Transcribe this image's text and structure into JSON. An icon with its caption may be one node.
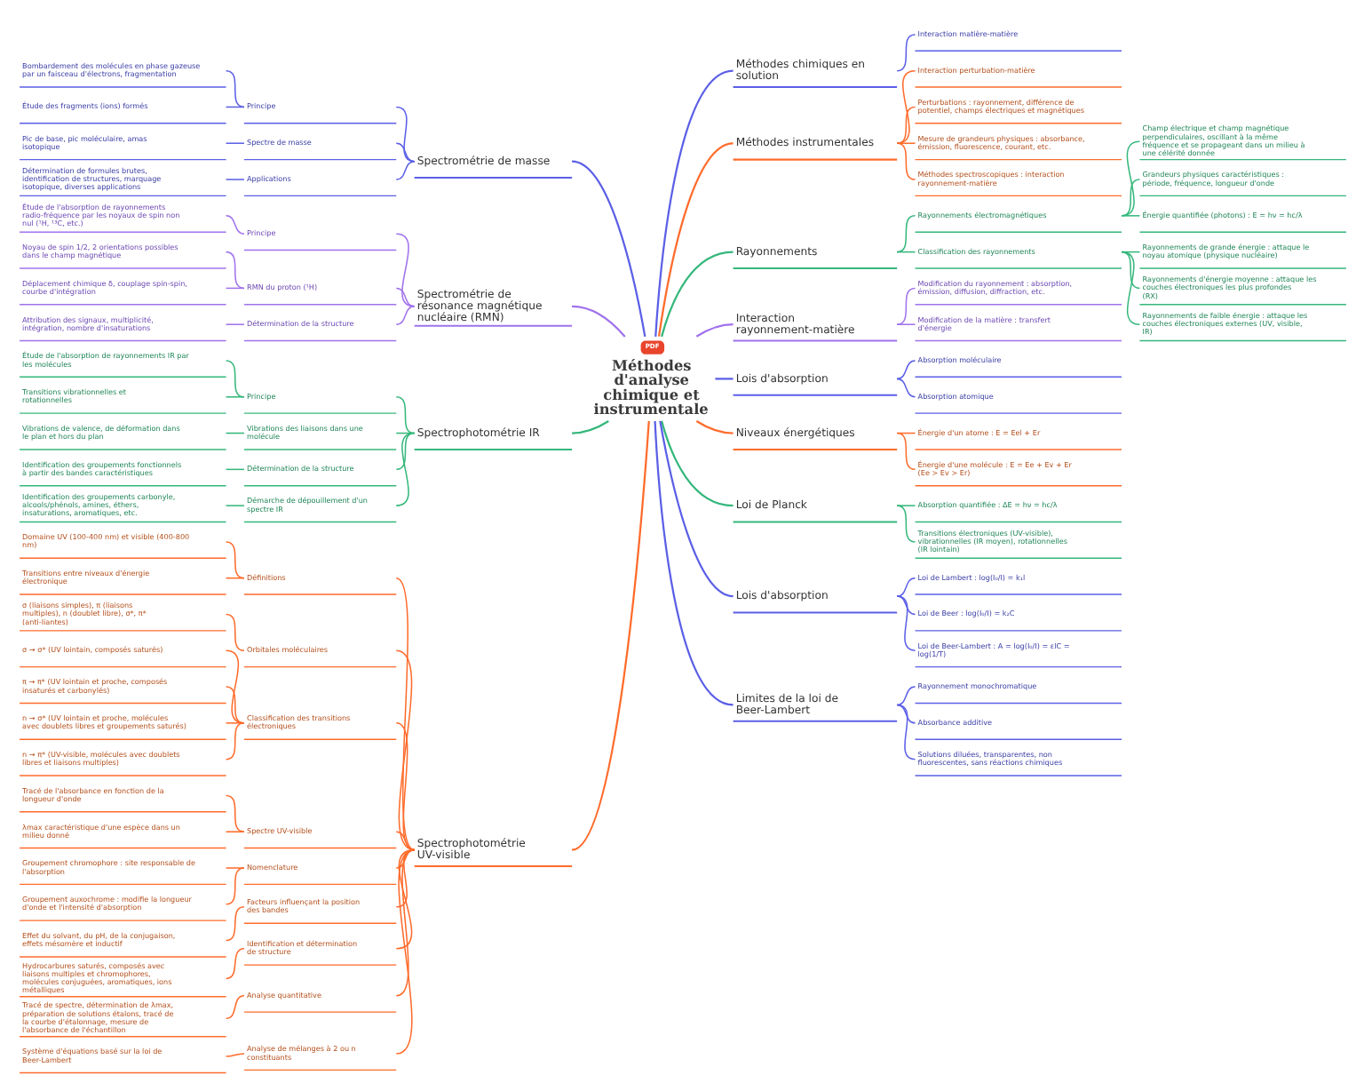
{
  "diagram": {
    "nodes": [
      {
        "text": [
          "PDF",
          "Méthodes d'analyse chimique et instrumentale"
        ]
      },
      {
        "text": [
          "Spectrométrie de masse"
        ]
      },
      {
        "text": [
          "Principe"
        ]
      },
      {
        "text": [
          "Bombardement des molécules en phase gazeuse par un faisceau d'électrons, fragmentation"
        ]
      },
      {
        "text": [
          "Étude des fragments (ions) formés"
        ]
      },
      {
        "text": [
          "Spectre de masse"
        ]
      },
      {
        "text": [
          "Pic de base, pic moléculaire, amas isotopique"
        ]
      },
      {
        "text": [
          "Applications"
        ]
      },
      {
        "text": [
          "Détermination de formules brutes, identification de structures, marquage isotopique, diverses applications"
        ]
      },
      {
        "text": [
          "Spectrométrie de résonance magnétique nucléaire (RMN)"
        ]
      },
      {
        "text": [
          "Principe"
        ]
      },
      {
        "text": [
          "Étude de l'absorption de rayonnements radio-fréquence par les noyaux de spin non nul (¹H, ¹³C, etc.)"
        ]
      },
      {
        "text": [
          "RMN du proton (¹H)"
        ]
      },
      {
        "text": [
          "Noyau de spin 1/2, 2 orientations possibles dans le champ magnétique"
        ]
      },
      {
        "text": [
          "Déplacement chimique δ, couplage spin-spin, courbe d'intégration"
        ]
      },
      {
        "text": [
          "Détermination de la structure"
        ]
      },
      {
        "text": [
          "Attribution des signaux, multiplicité, intégration, nombre d'insaturations"
        ]
      },
      {
        "text": [
          "Spectrophotométrie IR"
        ]
      },
      {
        "text": [
          "Principe"
        ]
      },
      {
        "text": [
          "Étude de l'absorption de rayonnements IR par les molécules"
        ]
      },
      {
        "text": [
          "Transitions vibrationnelles et rotationnelles"
        ]
      },
      {
        "text": [
          "Vibrations des liaisons dans une molécule"
        ]
      },
      {
        "text": [
          "Vibrations de valence, de déformation dans le plan et hors du plan"
        ]
      },
      {
        "text": [
          "Détermination de la structure"
        ]
      },
      {
        "text": [
          "Identification des groupements fonctionnels à partir des bandes caractéristiques"
        ]
      },
      {
        "text": [
          "Démarche de dépouillement d'un spectre IR"
        ]
      },
      {
        "text": [
          "Identification des groupements carbonyle, alcools/phénols, amines, éthers, insaturations, aromatiques, etc."
        ]
      },
      {
        "text": [
          "Spectrophotométrie UV-visible"
        ]
      },
      {
        "text": [
          "Définitions"
        ]
      },
      {
        "text": [
          "Domaine UV (100-400 nm) et visible (400-800 nm)"
        ]
      },
      {
        "text": [
          "Transitions entre niveaux d'énergie électronique"
        ]
      },
      {
        "text": [
          "Orbitales moléculaires"
        ]
      },
      {
        "text": [
          "σ (liaisons simples), π (liaisons multiples), n (doublet libre), σ*, π* (anti-liantes)"
        ]
      },
      {
        "text": [
          "Classification des transitions électroniques"
        ]
      },
      {
        "text": [
          "σ → σ* (UV lointain, composés saturés)"
        ]
      },
      {
        "text": [
          "π → π* (UV lointain et proche, composés insaturés et carbonylés)"
        ]
      },
      {
        "text": [
          "n → σ* (UV lointain et proche, molécules avec doublets libres et groupements saturés)"
        ]
      },
      {
        "text": [
          "n → π* (UV-visible, molécules avec doublets libres et liaisons multiples)"
        ]
      },
      {
        "text": [
          "Spectre UV-visible"
        ]
      },
      {
        "text": [
          "Tracé de l'absorbance en fonction de la longueur d'onde"
        ]
      },
      {
        "text": [
          "λmax caractéristique d'une espèce dans un milieu donné"
        ]
      },
      {
        "text": [
          "Nomenclature"
        ]
      },
      {
        "text": [
          "Groupement chromophore : site responsable de l'absorption"
        ]
      },
      {
        "text": [
          "Groupement auxochrome : modifie la longueur d'onde et l'intensité d'absorption"
        ]
      },
      {
        "text": [
          "Facteurs influençant la position des bandes"
        ]
      },
      {
        "text": [
          "Effet du solvant, du pH, de la conjugaison, effets mésomère et inductif"
        ]
      },
      {
        "text": [
          "Identification et détermination de structure"
        ]
      },
      {
        "text": [
          "Hydrocarbures saturés, composés avec liaisons multiples et chromophores, molécules conjuguées, aromatiques, ions métalliques"
        ]
      },
      {
        "text": [
          "Analyse quantitative"
        ]
      },
      {
        "text": [
          "Tracé de spectre, détermination de λmax, préparation de solutions étalons, tracé de la courbe d'étalonnage, mesure de l'absorbance de l'échantillon"
        ]
      },
      {
        "text": [
          "Analyse de mélanges à 2 ou n constituants"
        ]
      },
      {
        "text": [
          "Système d'équations basé sur la loi de Beer-Lambert"
        ]
      },
      {
        "text": [
          "Méthodes chimiques en solution"
        ]
      },
      {
        "text": [
          "Interaction matière-matière"
        ]
      },
      {
        "text": [
          "Méthodes instrumentales"
        ]
      },
      {
        "text": [
          "Interaction perturbation-matière"
        ]
      },
      {
        "text": [
          "Perturbations : rayonnement, différence de potentiel, champs électriques et magnétiques"
        ]
      },
      {
        "text": [
          "Mesure de grandeurs physiques : absorbance, émission, fluorescence, courant, etc."
        ]
      },
      {
        "text": [
          "Méthodes spectroscopiques : interaction rayonnement-matière"
        ]
      },
      {
        "text": [
          "Rayonnements"
        ]
      },
      {
        "text": [
          "Rayonnements électromagnétiques"
        ]
      },
      {
        "text": [
          "Champ électrique et champ magnétique perpendiculaires, oscillant à la même fréquence et se propageant dans un milieu à une célérité donnée"
        ]
      },
      {
        "text": [
          "Grandeurs physiques caractéristiques : période, fréquence, longueur d'onde"
        ]
      },
      {
        "text": [
          "Énergie quantifiée (photons) : E = hν = hc/λ"
        ]
      },
      {
        "text": [
          "Classification des rayonnements"
        ]
      },
      {
        "text": [
          "Rayonnements de grande énergie : attaque le noyau atomique (physique nucléaire)"
        ]
      },
      {
        "text": [
          "Rayonnements d'énergie moyenne : attaque les couches électroniques les plus profondes (RX)"
        ]
      },
      {
        "text": [
          "Rayonnements de faible énergie : attaque les couches électroniques externes (UV, visible, IR)"
        ]
      },
      {
        "text": [
          "Interaction rayonnement-matière"
        ]
      },
      {
        "text": [
          "Modification du rayonnement : absorption, émission, diffusion, diffraction, etc."
        ]
      },
      {
        "text": [
          "Modification de la matière : transfert d'énergie"
        ]
      },
      {
        "text": [
          "Lois d'absorption"
        ]
      },
      {
        "text": [
          "Absorption moléculaire"
        ]
      },
      {
        "text": [
          "Absorption atomique"
        ]
      },
      {
        "text": [
          "Niveaux énergétiques"
        ]
      },
      {
        "text": [
          "Énergie d'un atome : E = Eel + Er"
        ]
      },
      {
        "text": [
          "Énergie d'une molécule : E = Ee + Ev + Er (Ee > Ev > Er)"
        ]
      },
      {
        "text": [
          "Loi de Planck"
        ]
      },
      {
        "text": [
          "Absorption quantifiée : ΔE = hν = hc/λ"
        ]
      },
      {
        "text": [
          "Transitions électroniques (UV-visible), vibrationnelles (IR moyen), rotationnelles (IR lointain)"
        ]
      },
      {
        "text": [
          "Lois d'absorption"
        ]
      },
      {
        "text": [
          "Loi de Lambert : log(I₀/I) = k₁l"
        ]
      },
      {
        "text": [
          "Loi de Beer : log(I₀/I) = k₂C"
        ]
      },
      {
        "text": [
          "Loi de Beer-Lambert : A = log(I₀/I) = εlC = log(1/T)"
        ]
      },
      {
        "text": [
          "Limites de la loi de Beer-Lambert"
        ]
      },
      {
        "text": [
          "Rayonnement monochromatique"
        ]
      },
      {
        "text": [
          "Absorbance additive"
        ]
      },
      {
        "text": [
          "Solutions diluées, transparentes, non fluorescentes, sans réactions chimiques"
        ]
      }
    ],
    "edges": [
      {
        "from": 1,
        "to": 0,
        "arrow": "none",
        "color": "#5b5fe6"
      },
      {
        "from": 2,
        "to": 1,
        "arrow": "none",
        "color": "#5b5fe6"
      },
      {
        "from": 3,
        "to": 2,
        "arrow": "none",
        "color": "#5b5fe6"
      },
      {
        "from": 4,
        "to": 2,
        "arrow": "none",
        "color": "#5b5fe6"
      },
      {
        "from": 5,
        "to": 1,
        "arrow": "none",
        "color": "#5b5fe6"
      },
      {
        "from": 6,
        "to": 5,
        "arrow": "none",
        "color": "#5b5fe6"
      },
      {
        "from": 7,
        "to": 1,
        "arrow": "none",
        "color": "#5b5fe6"
      },
      {
        "from": 8,
        "to": 7,
        "arrow": "none",
        "color": "#5b5fe6"
      },
      {
        "from": 9,
        "to": 0,
        "arrow": "none",
        "color": "#a072ec"
      },
      {
        "from": 10,
        "to": 9,
        "arrow": "none",
        "color": "#a072ec"
      },
      {
        "from": 11,
        "to": 10,
        "arrow": "none",
        "color": "#a072ec"
      },
      {
        "from": 12,
        "to": 9,
        "arrow": "none",
        "color": "#a072ec"
      },
      {
        "from": 13,
        "to": 12,
        "arrow": "none",
        "color": "#a072ec"
      },
      {
        "from": 14,
        "to": 12,
        "arrow": "none",
        "color": "#a072ec"
      },
      {
        "from": 15,
        "to": 9,
        "arrow": "none",
        "color": "#a072ec"
      },
      {
        "from": 16,
        "to": 15,
        "arrow": "none",
        "color": "#a072ec"
      },
      {
        "from": 17,
        "to": 0,
        "arrow": "none",
        "color": "#34b77b"
      },
      {
        "from": 18,
        "to": 17,
        "arrow": "none",
        "color": "#34b77b"
      },
      {
        "from": 19,
        "to": 18,
        "arrow": "none",
        "color": "#34b77b"
      },
      {
        "from": 20,
        "to": 18,
        "arrow": "none",
        "color": "#34b77b"
      },
      {
        "from": 21,
        "to": 17,
        "arrow": "none",
        "color": "#34b77b"
      },
      {
        "from": 22,
        "to": 21,
        "arrow": "none",
        "color": "#34b77b"
      },
      {
        "from": 23,
        "to": 17,
        "arrow": "none",
        "color": "#34b77b"
      },
      {
        "from": 24,
        "to": 23,
        "arrow": "none",
        "color": "#34b77b"
      },
      {
        "from": 25,
        "to": 17,
        "arrow": "none",
        "color": "#34b77b"
      },
      {
        "from": 26,
        "to": 25,
        "arrow": "none",
        "color": "#34b77b"
      },
      {
        "from": 27,
        "to": 0,
        "arrow": "none"
      },
      {
        "from": 28,
        "to": 27,
        "arrow": "none"
      },
      {
        "from": 29,
        "to": 28,
        "arrow": "none"
      },
      {
        "from": 30,
        "to": 28,
        "arrow": "none"
      },
      {
        "from": 31,
        "to": 27,
        "arrow": "none"
      },
      {
        "from": 32,
        "to": 31,
        "arrow": "none"
      },
      {
        "from": 33,
        "to": 27,
        "arrow": "none"
      },
      {
        "from": 34,
        "to": 33,
        "arrow": "none"
      },
      {
        "from": 35,
        "to": 33,
        "arrow": "none"
      },
      {
        "from": 36,
        "to": 33,
        "arrow": "none"
      },
      {
        "from": 37,
        "to": 33,
        "arrow": "none"
      },
      {
        "from": 38,
        "to": 27,
        "arrow": "none"
      },
      {
        "from": 39,
        "to": 38,
        "arrow": "none"
      },
      {
        "from": 40,
        "to": 38,
        "arrow": "none"
      },
      {
        "from": 41,
        "to": 27,
        "arrow": "none"
      },
      {
        "from": 42,
        "to": 41,
        "arrow": "none"
      },
      {
        "from": 43,
        "to": 41,
        "arrow": "none"
      },
      {
        "from": 44,
        "to": 27,
        "arrow": "none"
      },
      {
        "from": 45,
        "to": 44,
        "arrow": "none"
      },
      {
        "from": 46,
        "to": 27,
        "arrow": "none"
      },
      {
        "from": 47,
        "to": 46,
        "arrow": "none"
      },
      {
        "from": 48,
        "to": 27,
        "arrow": "none"
      },
      {
        "from": 49,
        "to": 48,
        "arrow": "none"
      },
      {
        "from": 50,
        "to": 27,
        "arrow": "none"
      },
      {
        "from": 51,
        "to": 50,
        "arrow": "none"
      },
      {
        "from": 0,
        "to": 52,
        "arrow": "none",
        "color": "#5b5fe6"
      },
      {
        "from": 52,
        "to": 53,
        "arrow": "none",
        "color": "#5b5fe6"
      },
      {
        "from": 0,
        "to": 54,
        "arrow": "none"
      },
      {
        "from": 54,
        "to": 55,
        "arrow": "none"
      },
      {
        "from": 54,
        "to": 56,
        "arrow": "none"
      },
      {
        "from": 54,
        "to": 57,
        "arrow": "none"
      },
      {
        "from": 54,
        "to": 58,
        "arrow": "none"
      },
      {
        "from": 0,
        "to": 59,
        "arrow": "none",
        "color": "#34b77b"
      },
      {
        "from": 59,
        "to": 60,
        "arrow": "none",
        "color": "#34b77b"
      },
      {
        "from": 60,
        "to": 61,
        "arrow": "none",
        "color": "#34b77b"
      },
      {
        "from": 60,
        "to": 62,
        "arrow": "none",
        "color": "#34b77b"
      },
      {
        "from": 60,
        "to": 63,
        "arrow": "none",
        "color": "#34b77b"
      },
      {
        "from": 59,
        "to": 64,
        "arrow": "none",
        "color": "#34b77b"
      },
      {
        "from": 64,
        "to": 65,
        "arrow": "none",
        "color": "#34b77b"
      },
      {
        "from": 64,
        "to": 66,
        "arrow": "none",
        "color": "#34b77b"
      },
      {
        "from": 64,
        "to": 67,
        "arrow": "none",
        "color": "#34b77b"
      },
      {
        "from": 0,
        "to": 68,
        "arrow": "none",
        "color": "#a072ec"
      },
      {
        "from": 68,
        "to": 69,
        "arrow": "none",
        "color": "#a072ec"
      },
      {
        "from": 68,
        "to": 70,
        "arrow": "none",
        "color": "#a072ec"
      },
      {
        "from": 0,
        "to": 71,
        "arrow": "none",
        "color": "#5b5fe6"
      },
      {
        "from": 71,
        "to": 72,
        "arrow": "none",
        "color": "#5b5fe6"
      },
      {
        "from": 71,
        "to": 73,
        "arrow": "none",
        "color": "#5b5fe6"
      },
      {
        "from": 0,
        "to": 74,
        "arrow": "none"
      },
      {
        "from": 74,
        "to": 75,
        "arrow": "none"
      },
      {
        "from": 74,
        "to": 76,
        "arrow": "none"
      },
      {
        "from": 0,
        "to": 77,
        "arrow": "none",
        "color": "#34b77b"
      },
      {
        "from": 77,
        "to": 78,
        "arrow": "none",
        "color": "#34b77b"
      },
      {
        "from": 77,
        "to": 79,
        "arrow": "none",
        "color": "#34b77b"
      },
      {
        "from": 0,
        "to": 80,
        "arrow": "none",
        "color": "#5b5fe6"
      },
      {
        "from": 80,
        "to": 81,
        "arrow": "none",
        "color": "#5b5fe6"
      },
      {
        "from": 80,
        "to": 82,
        "arrow": "none",
        "color": "#5b5fe6"
      },
      {
        "from": 80,
        "to": 83,
        "arrow": "none",
        "color": "#5b5fe6"
      },
      {
        "from": 0,
        "to": 84,
        "arrow": "none",
        "color": "#5b5fe6"
      },
      {
        "from": 84,
        "to": 85,
        "arrow": "none",
        "color": "#5b5fe6"
      },
      {
        "from": 84,
        "to": 86,
        "arrow": "none",
        "color": "#5b5fe6"
      },
      {
        "from": 84,
        "to": 87,
        "arrow": "none",
        "color": "#5b5fe6"
      }
    ]
  }
}
